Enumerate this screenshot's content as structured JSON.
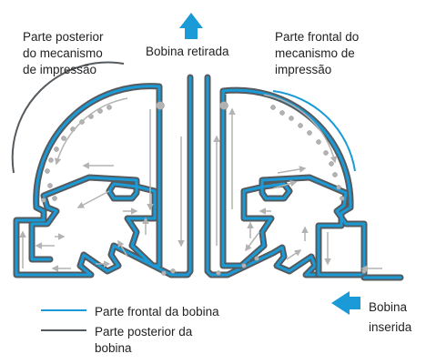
{
  "labels": {
    "rear_mechanism": "Parte posterior\ndo mecanismo\nde impressão",
    "roll_removed": "Bobina retirada",
    "front_mechanism": "Parte frontal do\nmecanismo de\nimpressão",
    "roll_inserted": "Bobina\ninserida"
  },
  "legend": {
    "front_label": "Parte frontal da bobina",
    "rear_label": "Parte posterior da\nbobina"
  },
  "colors": {
    "roll_front": "#1a9ad6",
    "roll_rear": "#555a5e",
    "arrow_blue": "#1a9ad6",
    "flow_arrows": "#b3b3b3",
    "rollers": "#b3b3b3"
  }
}
